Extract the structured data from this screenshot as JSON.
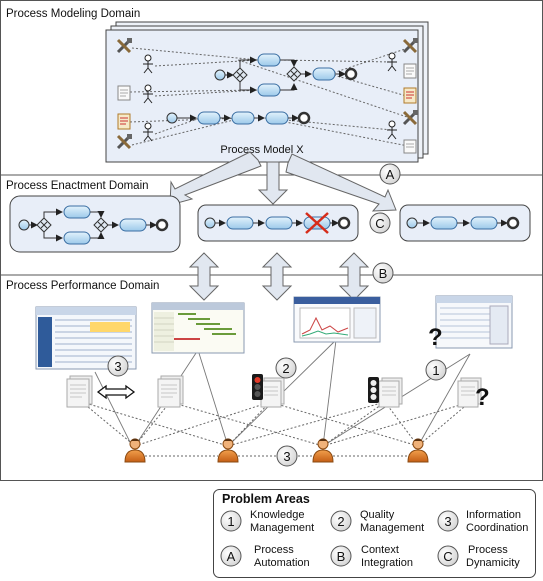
{
  "domains": {
    "modeling": "Process Modeling Domain",
    "enactment": "Process Enactment Domain",
    "performance": "Process Performance Domain"
  },
  "process_model_label": "Process Model X",
  "markers": {
    "a": "A",
    "b": "B",
    "c": "C",
    "one": "1",
    "two": "2",
    "three": "3"
  },
  "question_mark": "?",
  "problem_areas": {
    "title": "Problem Areas",
    "items": [
      {
        "marker": "1",
        "line1": "Knowledge",
        "line2": "Management"
      },
      {
        "marker": "2",
        "line1": "Quality",
        "line2": "Management"
      },
      {
        "marker": "3",
        "line1": "Information",
        "line2": "Coordination"
      },
      {
        "marker": "A",
        "line1": "Process",
        "line2": "Automation"
      },
      {
        "marker": "B",
        "line1": "Context",
        "line2": "Integration"
      },
      {
        "marker": "C",
        "line1": "Process",
        "line2": "Dynamicity"
      }
    ]
  },
  "colors": {
    "model_fill": "#e8eef8",
    "activity_fill": "#b9d9f0",
    "activity_stroke": "#3b6fa3",
    "marker_fill": "#e6e6e6",
    "arrow_fill": "#dfe6f0",
    "cancel_red": "#d62c1a",
    "person": "#d9772b"
  }
}
